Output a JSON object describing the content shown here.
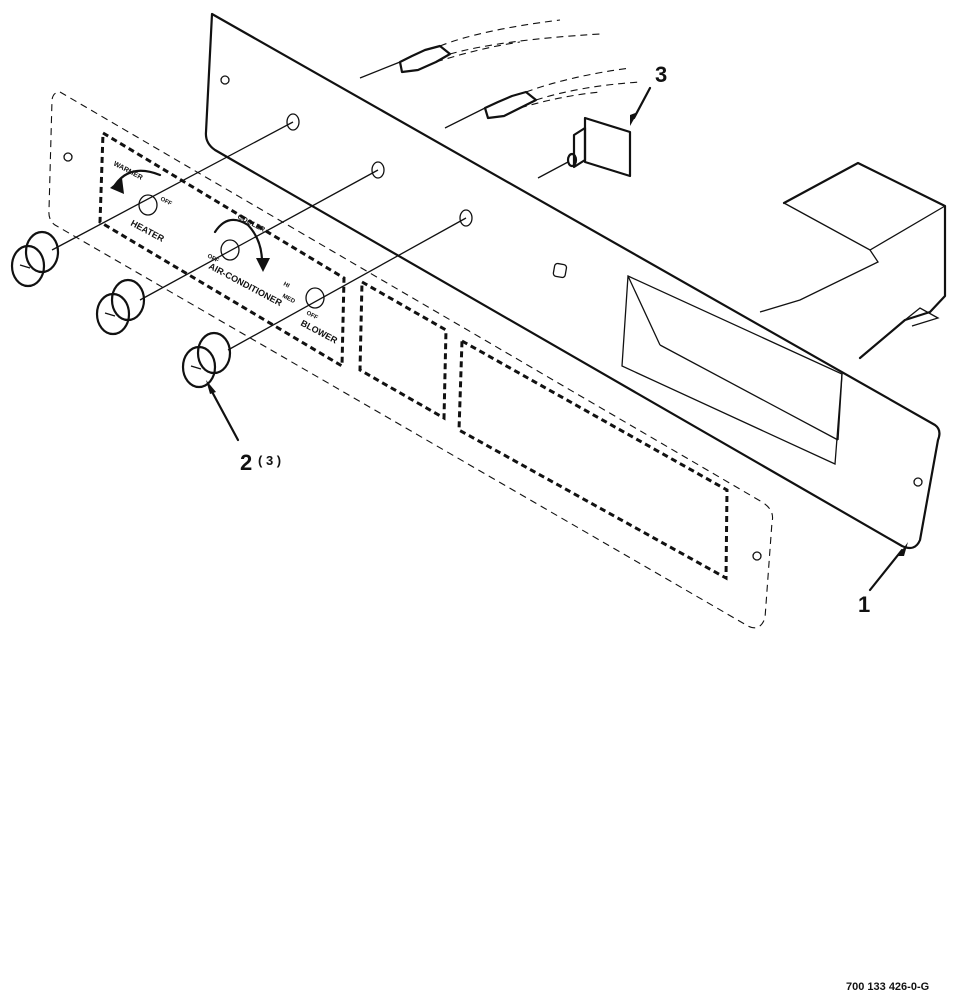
{
  "diagram": {
    "panel_labels": {
      "heater": "HEATER",
      "air_conditioner": "AIR-CONDITIONER",
      "blower": "BLOWER",
      "cooler": "COOLER",
      "warmer": "WARMER",
      "off_1": "OFF",
      "off_2": "OFF",
      "off_3": "OFF",
      "hi": "HI",
      "med": "MED"
    },
    "callouts": {
      "item_1": "1",
      "item_2": "2",
      "item_2_qty": "( 3 )",
      "item_3": "3"
    },
    "figure_ref": "700 133 426-0-G"
  }
}
